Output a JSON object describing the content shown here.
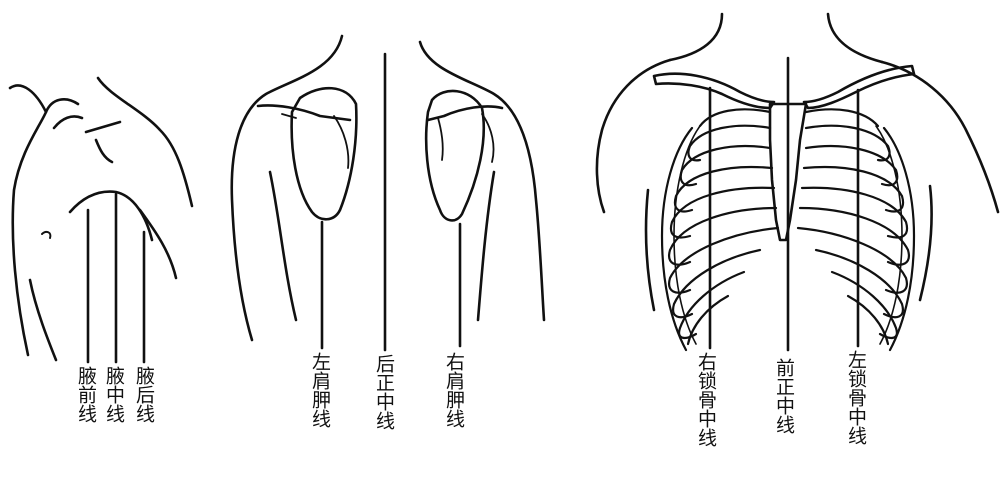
{
  "labels": {
    "axillary_anterior": "腋前线",
    "axillary_middle": "腋中线",
    "axillary_posterior": "腋后线",
    "left_scapular": "左肩胛线",
    "posterior_median": "后正中线",
    "right_scapular": "右肩胛线",
    "right_midclavicular": "右锁骨中线",
    "anterior_median": "前正中线",
    "left_midclavicular": "左锁骨中线"
  }
}
